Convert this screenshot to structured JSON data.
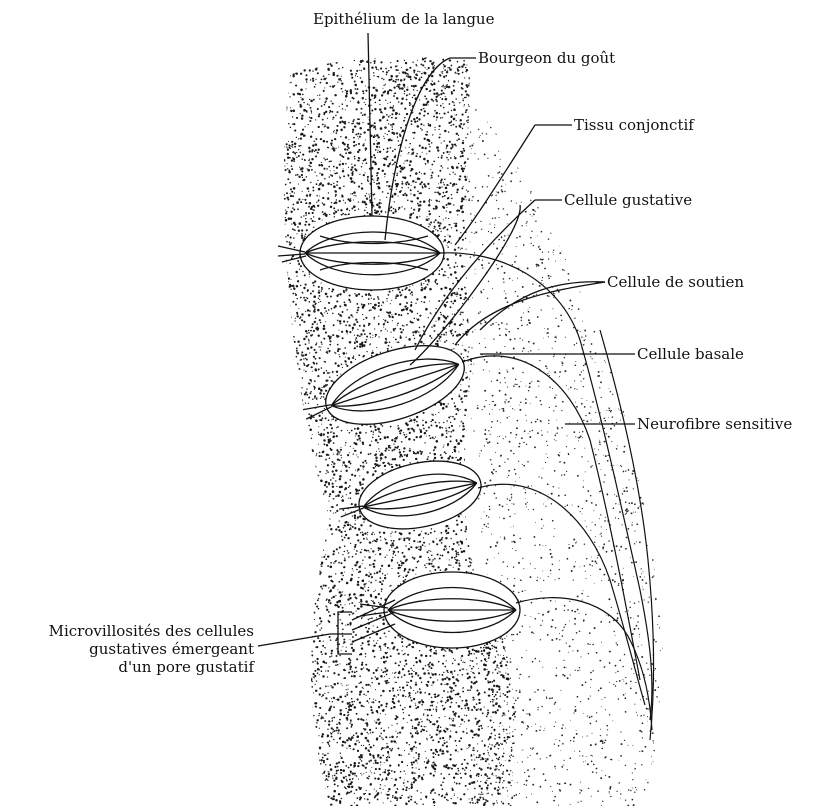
{
  "labels": {
    "epithelium": "Epithélium de la langue",
    "taste_bud": "Bourgeon du goût",
    "connective_tissue": "Tissu conjonctif",
    "gustatory_cell": "Cellule gustative",
    "support_cell": "Cellule de soutien",
    "basal_cell": "Cellule basale",
    "sensory_neurofiber": "Neurofibre sensitive",
    "microvilli_line1": "Microvillosités des cellules",
    "microvilli_line2": "gustatives émergeant",
    "microvilli_line3": "d'un pore gustatif"
  },
  "colors": {
    "ink": "#111111",
    "paper": "#ffffff"
  }
}
